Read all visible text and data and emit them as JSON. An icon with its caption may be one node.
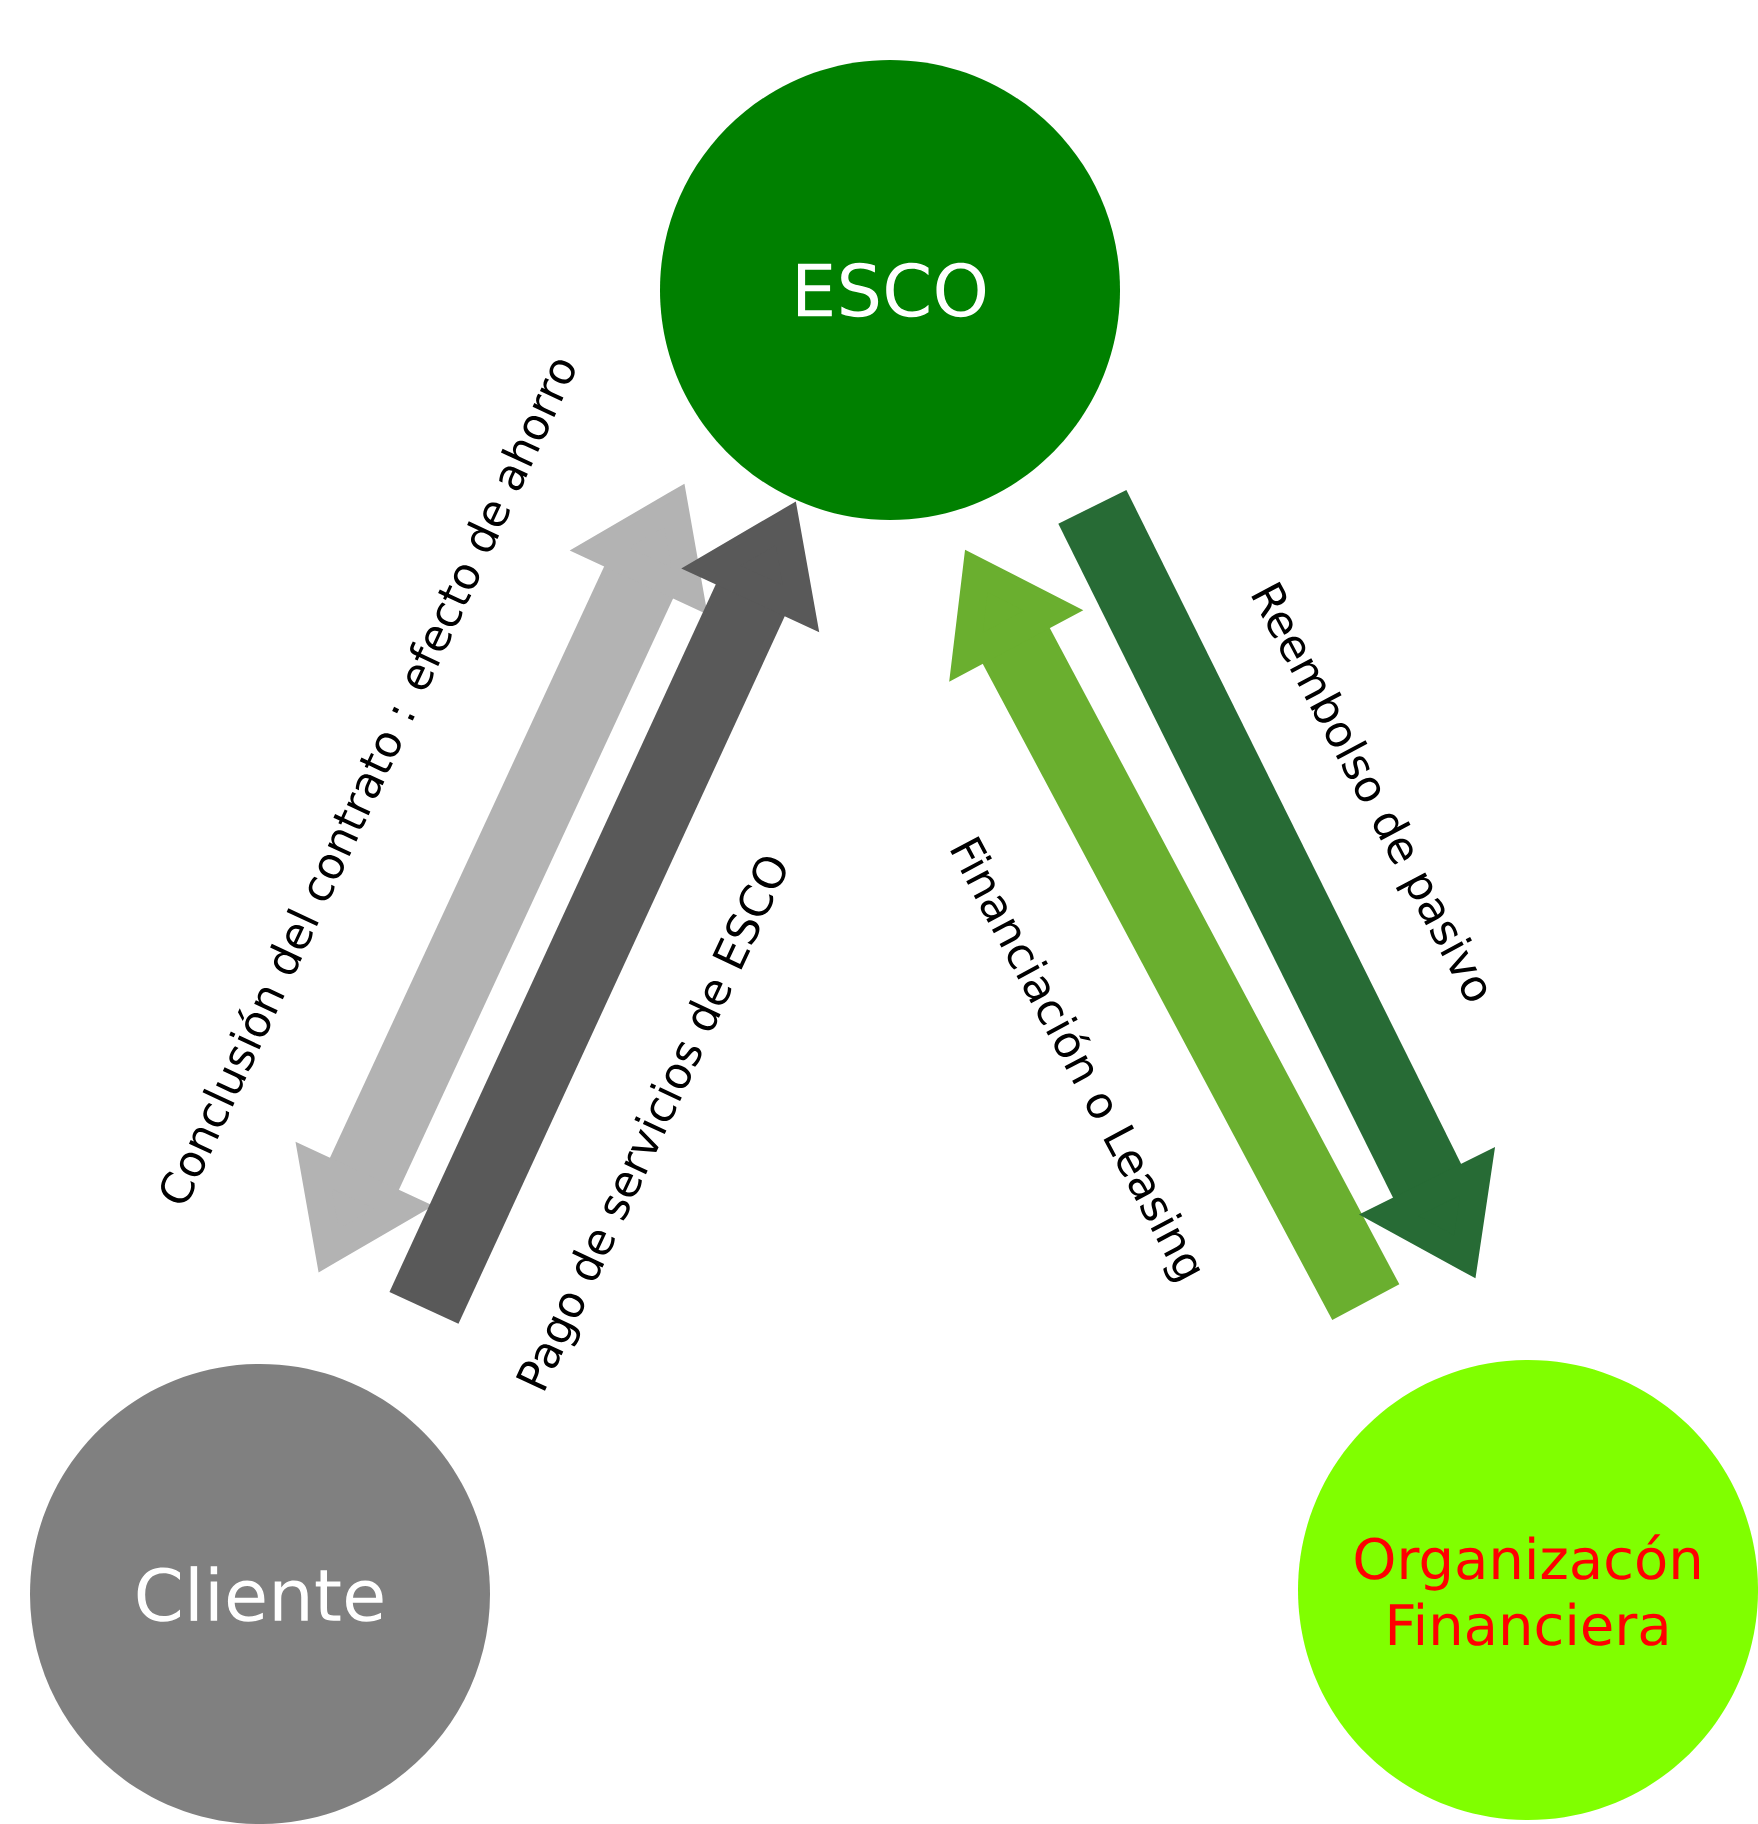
{
  "diagram": {
    "nodes": [
      {
        "text": [
          "ESCO"
        ]
      },
      {
        "text": [
          "Cliente"
        ]
      },
      {
        "text": [
          "Organizacón Financiera"
        ]
      }
    ],
    "edges": [
      {
        "from": 0,
        "to": 1,
        "arrow": "both",
        "color": "#b3b3b3",
        "label": "Conclusión del contrato : efecto de ahorro"
      },
      {
        "from": 1,
        "to": 0,
        "arrow": "to",
        "color": "#595959",
        "label": "Pago de servicios de ESCO"
      },
      {
        "from": 2,
        "to": 0,
        "arrow": "to",
        "color": "#6aaf2f",
        "label": "Financiación o Leasing"
      },
      {
        "from": 0,
        "to": 2,
        "arrow": "to",
        "color": "#276b35",
        "label": "Reembolso de pasivo"
      }
    ]
  }
}
